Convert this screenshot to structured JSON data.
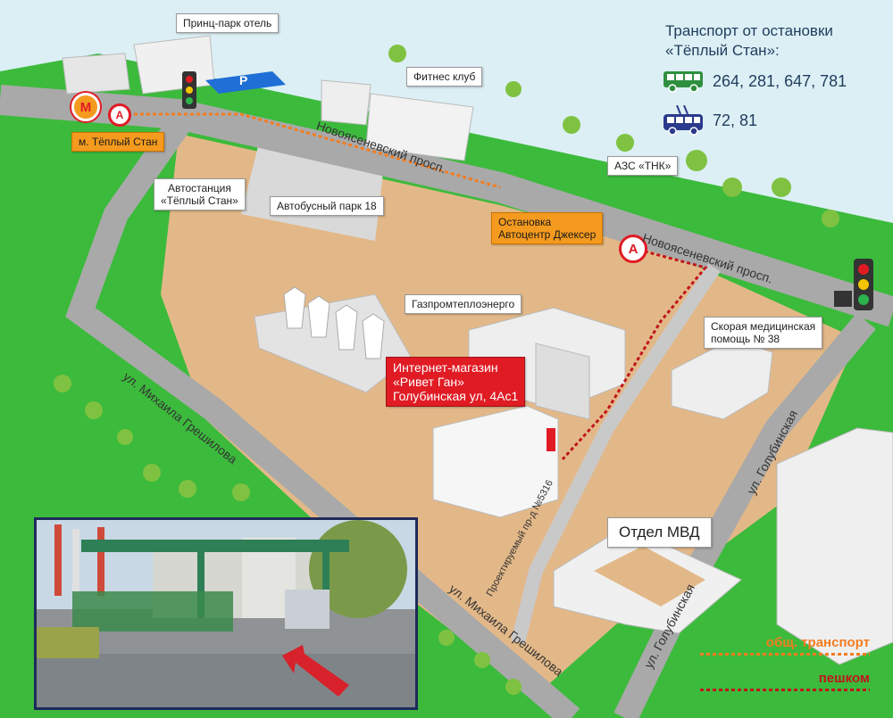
{
  "transport_panel": {
    "title": "Транспорт от остановки\n«Тёплый Стан»:",
    "bus_icon": "bus-icon",
    "bus_routes": "264, 281, 647, 781",
    "trolley_icon": "trolleybus-icon",
    "trolley_routes": "72, 81",
    "text_color": "#1f3c5c",
    "bus_color": "#2e8f3e",
    "trolley_color": "#2a3a8c"
  },
  "legend": {
    "public_transport": "общ. транспорт",
    "public_transport_color": "#f47c20",
    "walking": "пешком",
    "walking_color": "#c0161d"
  },
  "labels": {
    "hotel": "Принц-парк отель",
    "fitness": "Фитнес клуб",
    "metro": "м. Тёплый Стан",
    "bus_station": "Автостанция\n«Тёплый Стан»",
    "bus_park": "Автобусный парк 18",
    "gas_station": "АЗС «ТНК»",
    "stop": "Остановка\nАвтоцентр Джексер",
    "gazprom": "Газпромтеплоэнерго",
    "ambulance": "Скорая медицинская\nпомощь № 38",
    "shop": "Интернет-магазин\n«Ривет Ган»\nГолубинская ул, 4Ас1",
    "police": "Отдел МВД"
  },
  "streets": {
    "novoyasenevsky_1": "Новоясеневский просп.",
    "novoyasenevsky_2": "Новоясеневский просп.",
    "greshilova_1": "ул. Михаила Грешилова",
    "greshilova_2": "ул. Михаила Грешилова",
    "golubinskaya_1": "ул. Голубинская",
    "golubinskaya_2": "ул. Голубинская",
    "proezd": "Проектируемый пр-д №5316"
  },
  "markers": {
    "metro_letter": "М",
    "stop_letter": "А",
    "parking_letter": "P"
  },
  "colors": {
    "road": "#a9a9a9",
    "grass": "#3cba3c",
    "ground": "#e3b888",
    "building": "#e8e8e8",
    "sky": "#dceff5",
    "accent_red": "#e01b24",
    "accent_orange": "#f49a1e"
  }
}
